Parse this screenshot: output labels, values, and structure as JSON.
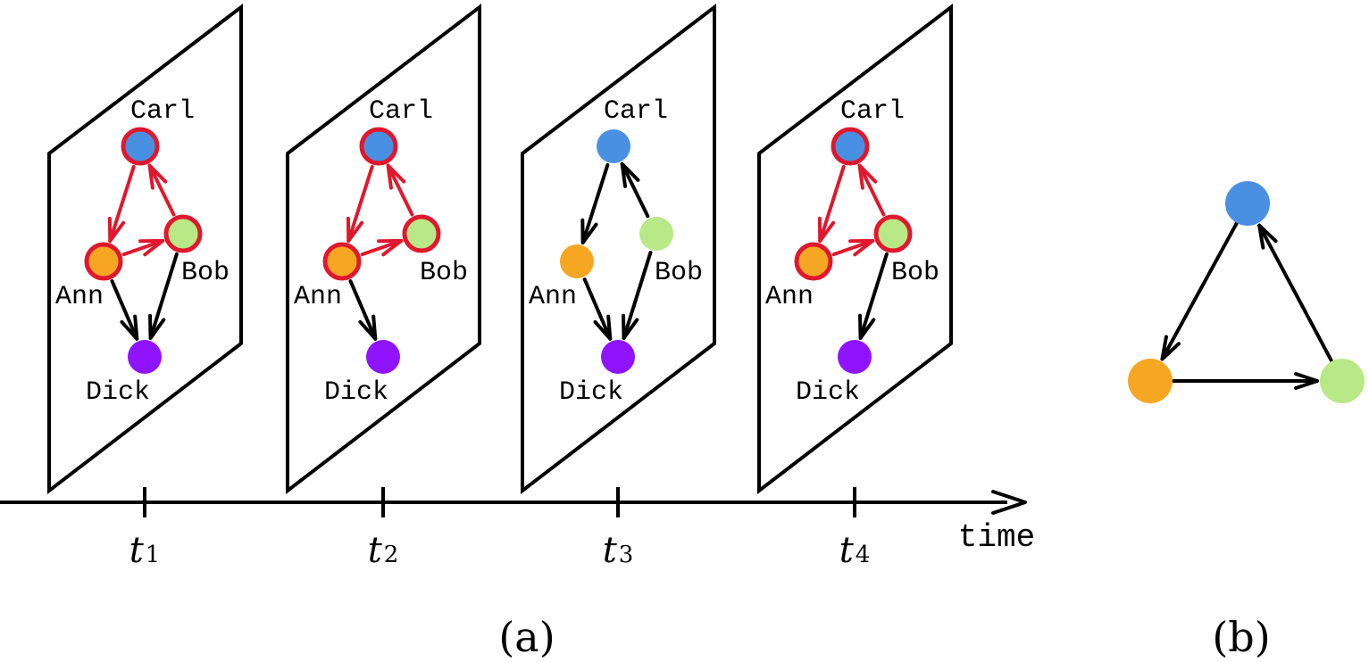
{
  "colors": {
    "carl": "#4a90e2",
    "ann": "#f5a623",
    "bob": "#b8e986",
    "dick": "#9013fe",
    "highlight": "#e0182d",
    "ink": "#000000"
  },
  "panel_a": {
    "caption": "(a)",
    "axis_label": "time",
    "frames": [
      {
        "tick": {
          "base": "t",
          "sub": "1"
        },
        "labels": {
          "carl": "Carl",
          "ann": "Ann",
          "bob": "Bob",
          "dick": "Dick"
        },
        "highlighted_nodes": [
          "carl",
          "ann",
          "bob"
        ],
        "edges": [
          {
            "from": "carl",
            "to": "ann",
            "highlighted": true
          },
          {
            "from": "ann",
            "to": "bob",
            "highlighted": true
          },
          {
            "from": "bob",
            "to": "carl",
            "highlighted": true
          },
          {
            "from": "ann",
            "to": "dick",
            "highlighted": false
          },
          {
            "from": "bob",
            "to": "dick",
            "highlighted": false
          }
        ]
      },
      {
        "tick": {
          "base": "t",
          "sub": "2"
        },
        "labels": {
          "carl": "Carl",
          "ann": "Ann",
          "bob": "Bob",
          "dick": "Dick"
        },
        "highlighted_nodes": [
          "carl",
          "ann",
          "bob"
        ],
        "edges": [
          {
            "from": "carl",
            "to": "ann",
            "highlighted": true
          },
          {
            "from": "ann",
            "to": "bob",
            "highlighted": true
          },
          {
            "from": "bob",
            "to": "carl",
            "highlighted": true
          },
          {
            "from": "ann",
            "to": "dick",
            "highlighted": false
          }
        ]
      },
      {
        "tick": {
          "base": "t",
          "sub": "3"
        },
        "labels": {
          "carl": "Carl",
          "ann": "Ann",
          "bob": "Bob",
          "dick": "Dick"
        },
        "highlighted_nodes": [],
        "edges": [
          {
            "from": "carl",
            "to": "ann",
            "highlighted": false
          },
          {
            "from": "bob",
            "to": "carl",
            "highlighted": false
          },
          {
            "from": "ann",
            "to": "dick",
            "highlighted": false
          },
          {
            "from": "bob",
            "to": "dick",
            "highlighted": false
          }
        ]
      },
      {
        "tick": {
          "base": "t",
          "sub": "4"
        },
        "labels": {
          "carl": "Carl",
          "ann": "Ann",
          "bob": "Bob",
          "dick": "Dick"
        },
        "highlighted_nodes": [
          "carl",
          "ann",
          "bob"
        ],
        "edges": [
          {
            "from": "carl",
            "to": "ann",
            "highlighted": true
          },
          {
            "from": "ann",
            "to": "bob",
            "highlighted": true
          },
          {
            "from": "bob",
            "to": "carl",
            "highlighted": true
          },
          {
            "from": "bob",
            "to": "dick",
            "highlighted": false
          }
        ]
      }
    ]
  },
  "panel_b": {
    "caption": "(b)",
    "edges": [
      {
        "from": "carl",
        "to": "ann"
      },
      {
        "from": "ann",
        "to": "bob"
      },
      {
        "from": "bob",
        "to": "carl"
      }
    ]
  }
}
